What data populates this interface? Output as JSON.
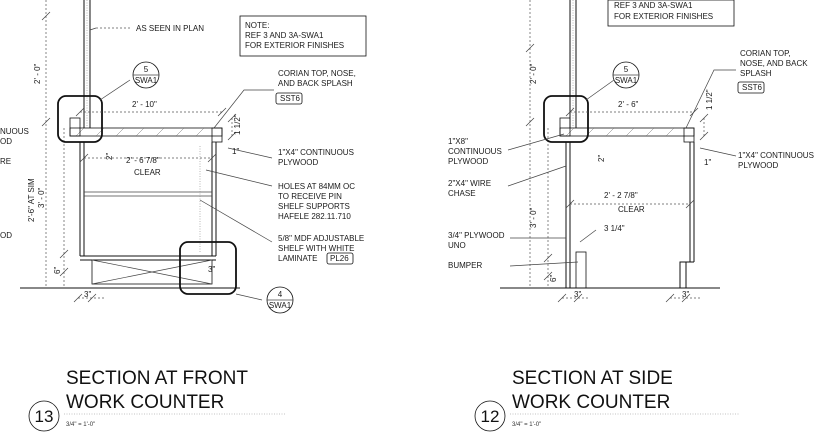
{
  "front": {
    "seen_in_plan": "AS SEEN IN PLAN",
    "note": [
      "NOTE:",
      "REF 3 AND 3A-SWA1",
      "FOR EXTERIOR FINISHES"
    ],
    "tag_top": {
      "num": "5",
      "sheet": "SWA1"
    },
    "corian": [
      "CORIAN TOP, NOSE,",
      "AND BACK SPLASH"
    ],
    "corian_tag": "SST6",
    "dim_width": "2' - 10\"",
    "dim_back": "1 1/2\"",
    "dim_one": "1\"",
    "dim_clear": "2' - 6 7/8\"",
    "clear": "CLEAR",
    "dim_two": "2\"",
    "plywood": [
      "1\"X4\" CONTINUOUS",
      "PLYWOOD"
    ],
    "holes": [
      "HOLES AT 84MM OC",
      "TO RECEIVE PIN",
      "SHELF SUPPORTS",
      "HAFELE 282.11.710"
    ],
    "shelf": [
      "5/8\" MDF ADJUSTABLE",
      "SHELF WITH WHITE",
      "LAMINATE"
    ],
    "shelf_tag": "PL26",
    "tag_bottom": {
      "num": "4",
      "sheet": "SWA1"
    },
    "dim_3in": "3\"",
    "dim_6in": "6\"",
    "dim_2ft": "2' - 0\"",
    "dim_3ft": "3' - 0\"",
    "dim_sim": "2'-6\" AT SIM",
    "dim_3in_b": "3\"",
    "left_cut": [
      "NUOUS",
      "OD",
      "RE",
      "OD"
    ],
    "title": [
      "SECTION AT FRONT",
      "WORK COUNTER"
    ],
    "number": "13",
    "scale": "3/4\" = 1'-0\""
  },
  "side": {
    "note": [
      "REF 3 AND 3A-SWA1",
      "FOR EXTERIOR FINISHES"
    ],
    "tag_top": {
      "num": "5",
      "sheet": "SWA1"
    },
    "corian": [
      "CORIAN TOP,",
      "NOSE, AND BACK",
      "SPLASH"
    ],
    "corian_tag": "SST6",
    "dim_width": "2' - 6\"",
    "dim_back": "1 1/2\"",
    "ply8": [
      "1\"X8\"",
      "CONTINUOUS",
      "PLYWOOD"
    ],
    "dim_two": "2\"",
    "plywood": [
      "1\"X4\" CONTINUOUS",
      "PLYWOOD"
    ],
    "dim_one": "1\"",
    "wire": [
      "2\"X4\" WIRE",
      "CHASE"
    ],
    "dim_clear": "2' - 2 7/8\"",
    "clear": "CLEAR",
    "ply34": [
      "3/4\" PLYWOOD",
      "UNO"
    ],
    "dim_314": "3 1/4\"",
    "bumper": "BUMPER",
    "dim_2ft": "2' - 0\"",
    "dim_3ft": "3' - 0\"",
    "dim_6in": "6\"",
    "dim_3in": "3\"",
    "dim_3in_b": "3\"",
    "title": [
      "SECTION AT SIDE",
      "WORK COUNTER"
    ],
    "number": "12",
    "scale": "3/4\" = 1'-0\""
  }
}
